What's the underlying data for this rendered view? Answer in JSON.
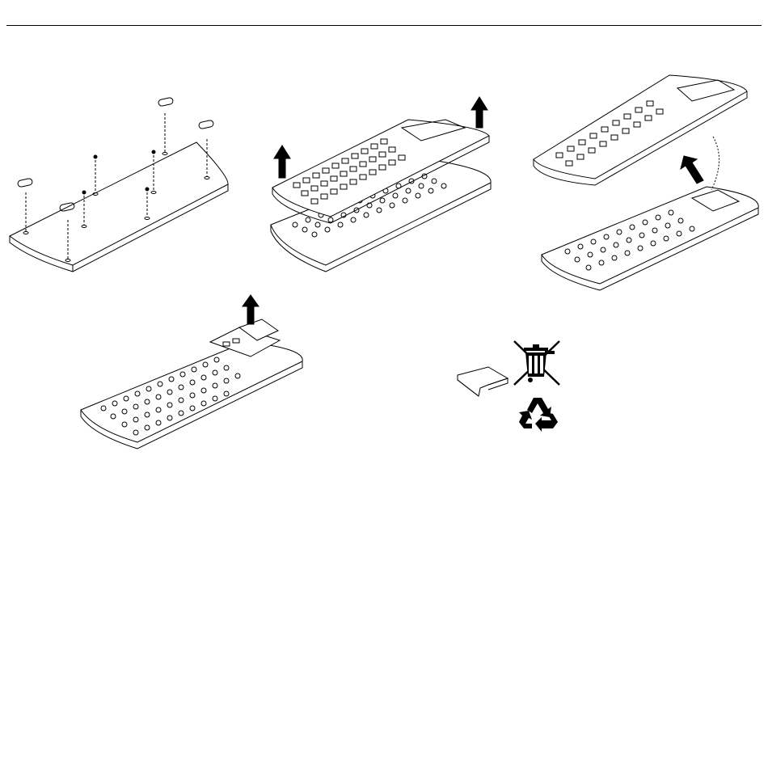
{
  "page": {
    "background": "#ffffff",
    "line_color": "#000000",
    "rule_visible": true
  },
  "steps": [
    {
      "id": 1,
      "description_icons": [
        "remove-feet",
        "remove-screws"
      ]
    },
    {
      "id": 2,
      "description_icons": [
        "lift-top-cover-arrow"
      ]
    },
    {
      "id": 3,
      "description_icons": [
        "lift-top-cover-with-cable-arrow"
      ]
    },
    {
      "id": 4,
      "description_icons": [
        "lift-battery-board-arrow"
      ]
    },
    {
      "id": 5,
      "description_icons": [
        "battery-pack",
        "weee-crossed-bin-icon",
        "recycle-icon"
      ]
    }
  ],
  "icons": {
    "arrow": "up-arrow-icon",
    "bin": "crossed-out-wheelie-bin-icon",
    "recycle": "recycle-icon"
  }
}
